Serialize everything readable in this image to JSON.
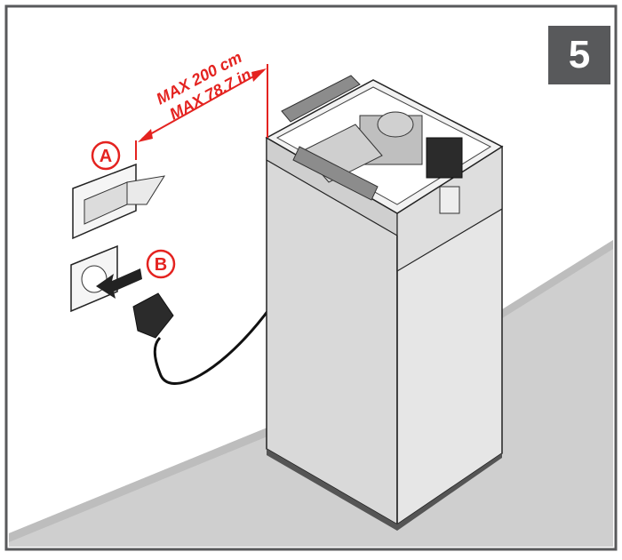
{
  "step": {
    "number": "5"
  },
  "distance": {
    "metric": "MAX 200 cm",
    "imperial": "MAX 78.7 in"
  },
  "callouts": {
    "a": "A",
    "b": "B"
  },
  "colors": {
    "accent": "#e42320",
    "badge": "#58595b",
    "floor": "#cfcfcf",
    "cabinet": "#dcdcdc",
    "outline": "#1a1a1a"
  }
}
